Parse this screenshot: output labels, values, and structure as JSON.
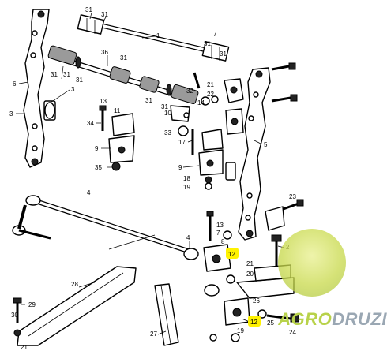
{
  "callouts": [
    {
      "id": "c31a",
      "text": "31"
    },
    {
      "id": "c31b",
      "text": "31"
    },
    {
      "id": "c1",
      "text": "1"
    },
    {
      "id": "c7",
      "text": "7"
    },
    {
      "id": "c36",
      "text": "36"
    },
    {
      "id": "c31c",
      "text": "31"
    },
    {
      "id": "c31d",
      "text": "31"
    },
    {
      "id": "c31e",
      "text": "31"
    },
    {
      "id": "c31f",
      "text": "31"
    },
    {
      "id": "c31g",
      "text": "31"
    },
    {
      "id": "c31h",
      "text": "31"
    },
    {
      "id": "c31i",
      "text": "31"
    },
    {
      "id": "c31j",
      "text": "31"
    },
    {
      "id": "c6",
      "text": "6"
    },
    {
      "id": "c3a",
      "text": "3"
    },
    {
      "id": "c3b",
      "text": "3"
    },
    {
      "id": "c32",
      "text": "32"
    },
    {
      "id": "c21a",
      "text": "21"
    },
    {
      "id": "c22",
      "text": "22"
    },
    {
      "id": "c14",
      "text": "14"
    },
    {
      "id": "c10",
      "text": "10"
    },
    {
      "id": "c11",
      "text": "11"
    },
    {
      "id": "c13",
      "text": "13"
    },
    {
      "id": "c34",
      "text": "34"
    },
    {
      "id": "c33",
      "text": "33"
    },
    {
      "id": "c9a",
      "text": "9"
    },
    {
      "id": "c35",
      "text": "35"
    },
    {
      "id": "c17",
      "text": "17"
    },
    {
      "id": "c9b",
      "text": "9"
    },
    {
      "id": "c18",
      "text": "18"
    },
    {
      "id": "c19a",
      "text": "19"
    },
    {
      "id": "c5",
      "text": "5"
    },
    {
      "id": "c4a",
      "text": "4"
    },
    {
      "id": "c23",
      "text": "23"
    },
    {
      "id": "c13b",
      "text": "13"
    },
    {
      "id": "c7b",
      "text": "7"
    },
    {
      "id": "c8",
      "text": "8"
    },
    {
      "id": "c12a",
      "text": "12"
    },
    {
      "id": "c2",
      "text": "2"
    },
    {
      "id": "c4b",
      "text": "4"
    },
    {
      "id": "c21b",
      "text": "21"
    },
    {
      "id": "c20",
      "text": "20"
    },
    {
      "id": "c26",
      "text": "26"
    },
    {
      "id": "c28",
      "text": "28"
    },
    {
      "id": "c29",
      "text": "29"
    },
    {
      "id": "c30",
      "text": "30"
    },
    {
      "id": "c12b",
      "text": "12"
    },
    {
      "id": "c25",
      "text": "25"
    },
    {
      "id": "c24",
      "text": "24"
    },
    {
      "id": "c19b",
      "text": "19"
    },
    {
      "id": "c27",
      "text": "27"
    },
    {
      "id": "c21c",
      "text": "21"
    }
  ],
  "watermark": {
    "part1": "AGRO",
    "part2": "DRUZI"
  },
  "colors": {
    "highlight": "#fff200",
    "logo_green": "#b8d24a",
    "logo_gray": "#9aa7b3"
  }
}
